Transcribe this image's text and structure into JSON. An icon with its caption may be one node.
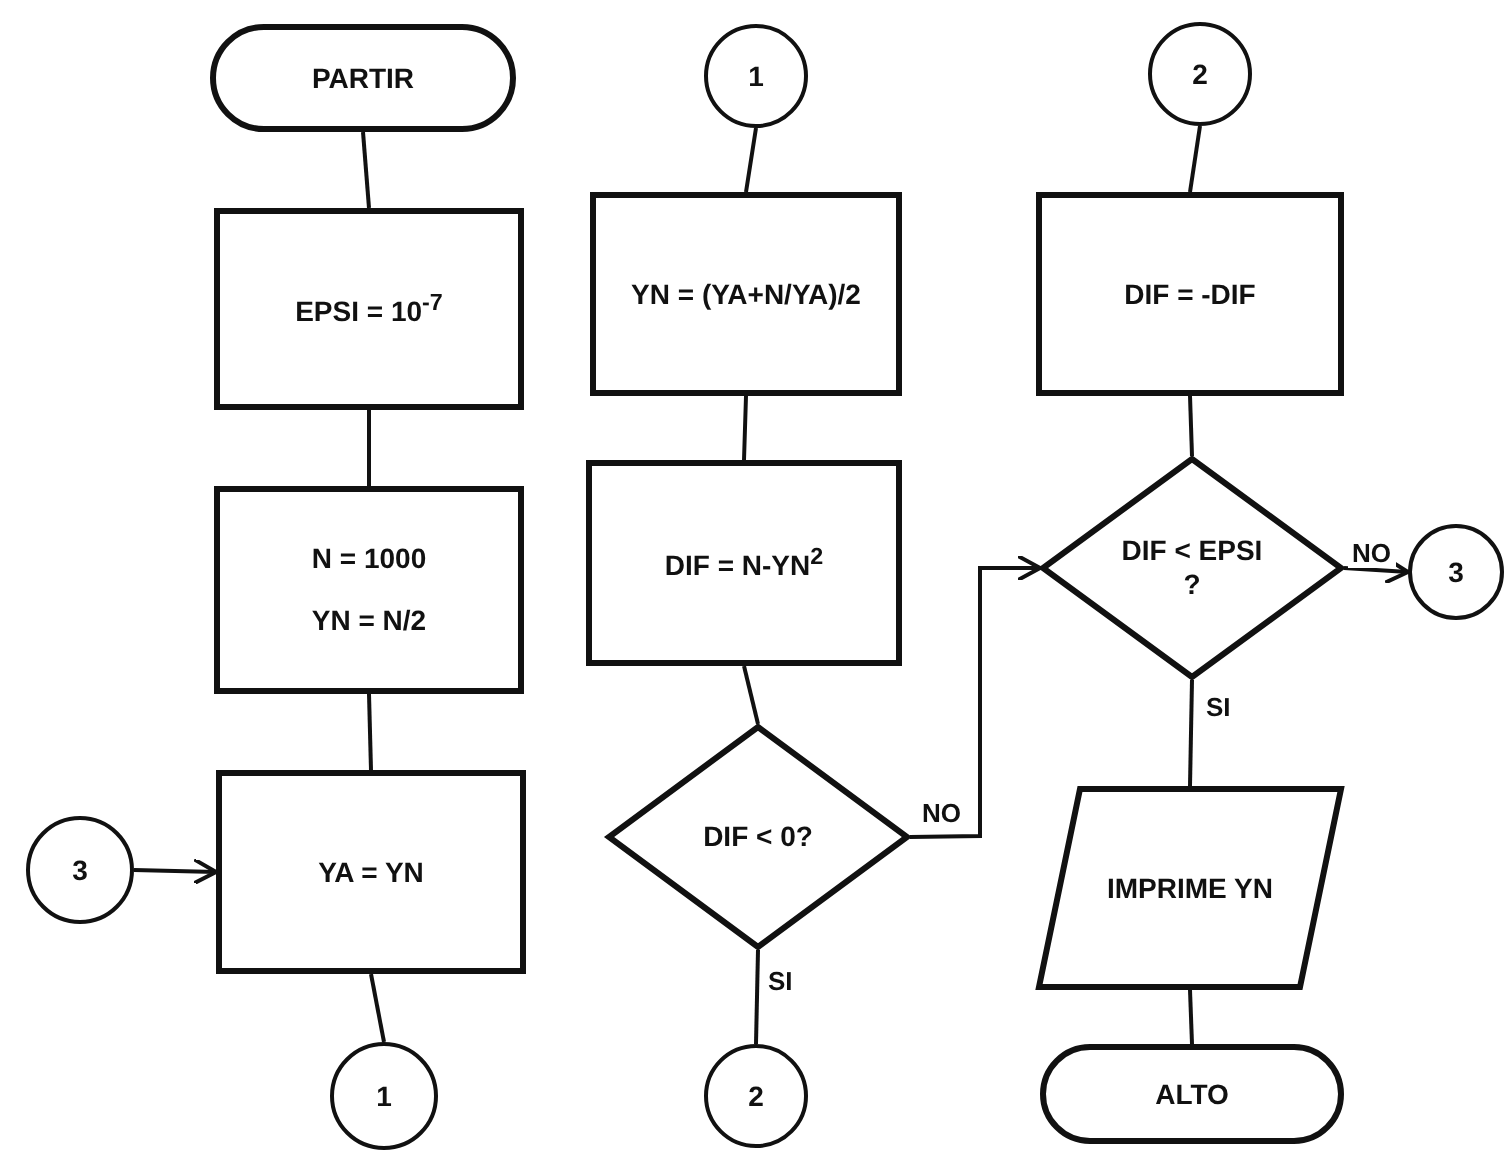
{
  "diagram": {
    "nodes": [
      {
        "text": [
          "PARTIR"
        ]
      },
      {
        "text": [
          "EPSI = 10$^{-7}$"
        ]
      },
      {
        "text": [
          "N = 1000",
          "YN = N/2"
        ]
      },
      {
        "text": [
          "YA = YN"
        ]
      },
      {
        "text": [
          "3"
        ]
      },
      {
        "text": [
          "1"
        ]
      },
      {
        "text": [
          "1"
        ]
      },
      {
        "text": [
          "YN = (YA+N/YA)/2"
        ]
      },
      {
        "text": [
          "DIF = N-YN$^{2}$"
        ]
      },
      {
        "text": [
          "DIF < 0?"
        ]
      },
      {
        "text": [
          "2"
        ]
      },
      {
        "text": [
          "2"
        ]
      },
      {
        "text": [
          "DIF = -DIF"
        ]
      },
      {
        "text": [
          "DIF < EPSI ?"
        ]
      },
      {
        "text": [
          "3"
        ]
      },
      {
        "text": [
          "IMPRIME YN"
        ]
      },
      {
        "text": [
          "ALTO"
        ]
      }
    ],
    "edges": [
      {
        "from": 0,
        "to": 1,
        "arrow": "none"
      },
      {
        "from": 1,
        "to": 2,
        "arrow": "none"
      },
      {
        "from": 2,
        "to": 3,
        "arrow": "none"
      },
      {
        "from": 4,
        "to": 3,
        "arrow": "to"
      },
      {
        "from": 3,
        "to": 5,
        "arrow": "none"
      },
      {
        "from": 6,
        "to": 7,
        "arrow": "none"
      },
      {
        "from": 7,
        "to": 8,
        "arrow": "none"
      },
      {
        "from": 8,
        "to": 9,
        "arrow": "none"
      },
      {
        "from": 9,
        "to": 10,
        "label": "SI",
        "arrow": "none"
      },
      {
        "from": 9,
        "to": 13,
        "label": "NO",
        "arrow": "to"
      },
      {
        "from": 11,
        "to": 12,
        "arrow": "none"
      },
      {
        "from": 12,
        "to": 13,
        "arrow": "none"
      },
      {
        "from": 13,
        "to": 14,
        "label": "NO",
        "arrow": "to"
      },
      {
        "from": 13,
        "to": 15,
        "label": "SI",
        "arrow": "none"
      },
      {
        "from": 15,
        "to": 16,
        "arrow": "none"
      }
    ]
  }
}
